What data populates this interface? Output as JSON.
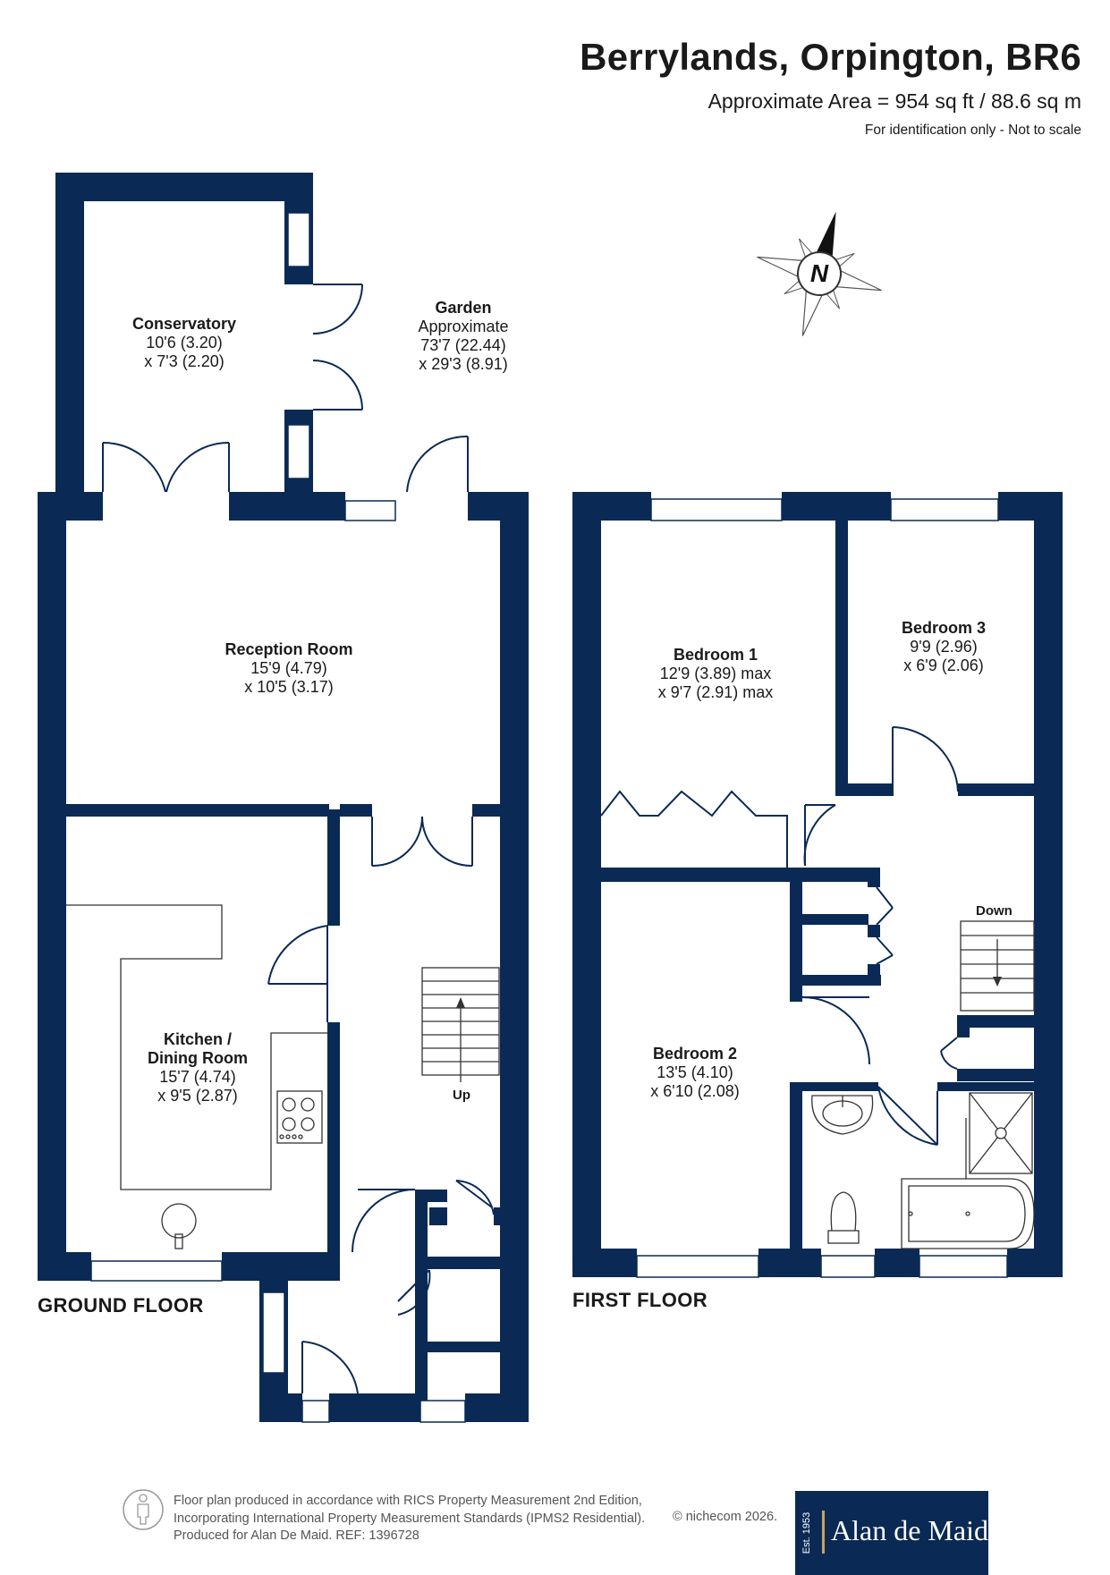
{
  "header": {
    "title": "Berrylands, Orpington, BR6",
    "area": "Approximate Area = 954 sq ft / 88.6 sq m",
    "note": "For identification only - Not to scale"
  },
  "compass": {
    "label": "N"
  },
  "rooms": {
    "conservatory": {
      "name": "Conservatory",
      "dim1": "10'6 (3.20)",
      "dim2": "x 7'3 (2.20)"
    },
    "garden": {
      "name": "Garden",
      "dim0": "Approximate",
      "dim1": "73'7 (22.44)",
      "dim2": "x 29'3 (8.91)"
    },
    "reception": {
      "name": "Reception Room",
      "dim1": "15'9 (4.79)",
      "dim2": "x 10'5 (3.17)"
    },
    "kitchen": {
      "name1": "Kitchen /",
      "name2": "Dining Room",
      "dim1": "15'7 (4.74)",
      "dim2": "x 9'5 (2.87)"
    },
    "bedroom1": {
      "name": "Bedroom 1",
      "dim1": "12'9 (3.89) max",
      "dim2": "x 9'7 (2.91) max"
    },
    "bedroom2": {
      "name": "Bedroom 2",
      "dim1": "13'5 (4.10)",
      "dim2": "x 6'10 (2.08)"
    },
    "bedroom3": {
      "name": "Bedroom 3",
      "dim1": "9'9 (2.96)",
      "dim2": "x 6'9 (2.06)"
    }
  },
  "stairs": {
    "up": "Up",
    "down": "Down"
  },
  "floors": {
    "ground": "GROUND FLOOR",
    "first": "FIRST FLOOR"
  },
  "footer": {
    "line1": "Floor plan produced in accordance with RICS Property Measurement 2nd Edition,",
    "line2": "Incorporating International Property Measurement Standards (IPMS2 Residential).",
    "line3": "Produced for Alan De Maid.   REF: 1396728",
    "copyright": "© nichecom 2026.",
    "logo_est": "Est. 1953",
    "logo_name": "Alan de Maid"
  },
  "colors": {
    "wall": "#0a2a55",
    "background": "#ffffff",
    "logo_accent": "#c8a45a"
  }
}
